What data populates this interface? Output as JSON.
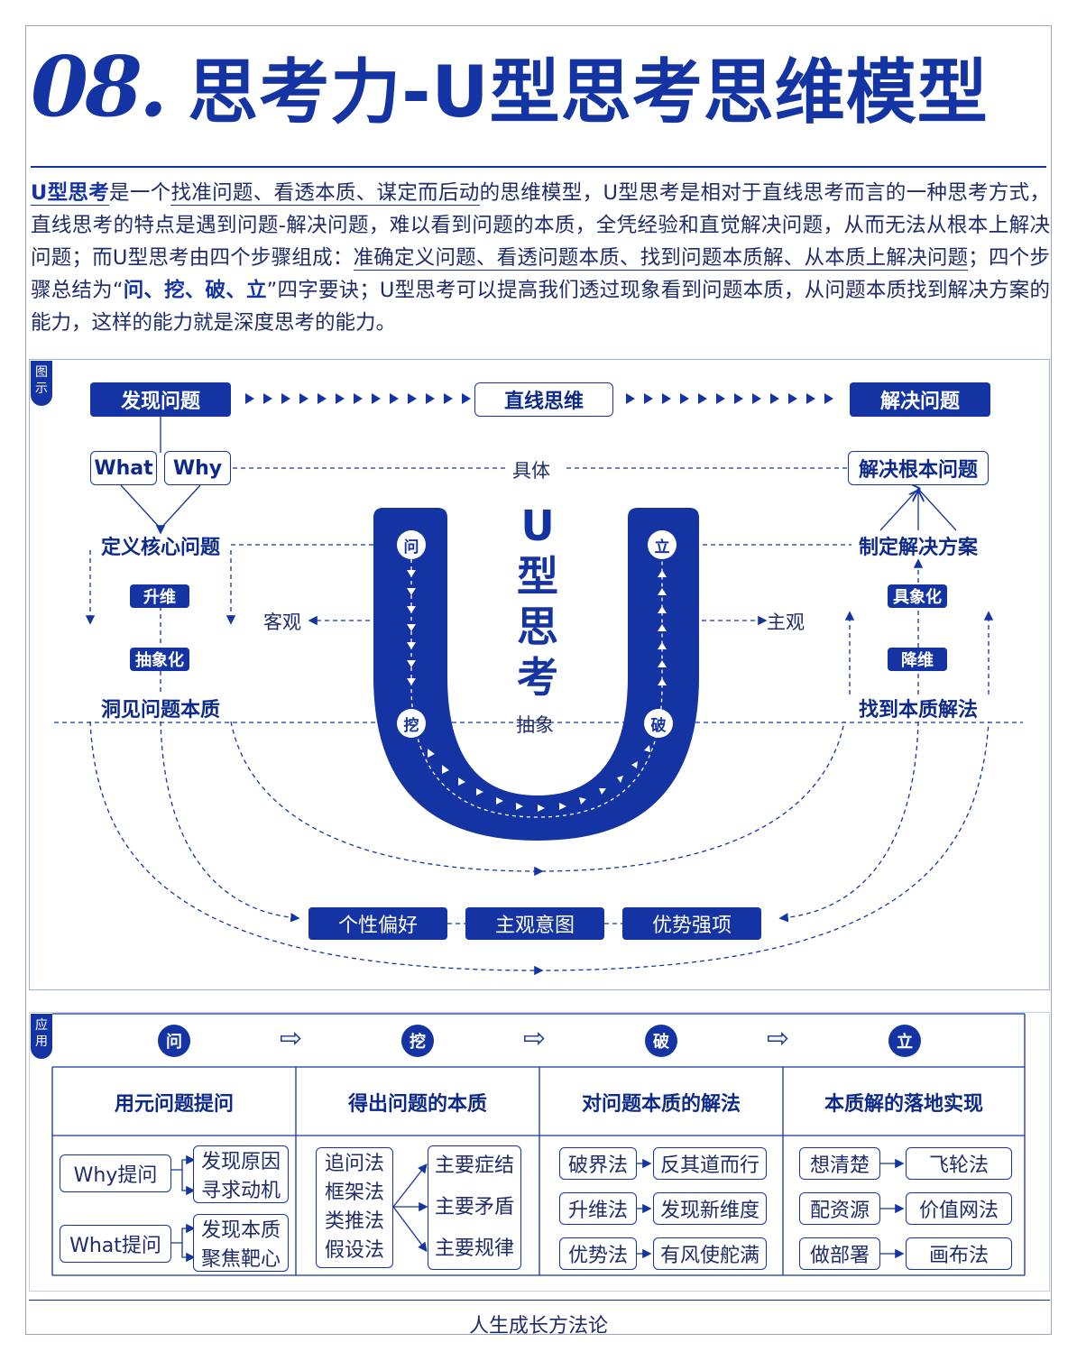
{
  "title": {
    "number": "08.",
    "text": "思考力-U型思考思维模型"
  },
  "intro": {
    "p1": "U型思考",
    "p2": "是一个",
    "p3": "找准问题、看透本质、谋定而后动",
    "p4": "的思维模型，U型思考是相对于直线思考而言的一种思考方式，直线思考的特点是遇到问题-解决问题，难以看到问题的本质，全凭经验和直觉解决问题，从而无法从根本上解决问题；而U型思考由四个步骤组成：",
    "p5": "准确定义问题、看透问题本质、找到问题本质解、从本质上解决问题",
    "p6": "；四个步骤总结为“",
    "p7": "问、挖、破、立",
    "p8": "”四字要诀；U型思考可以提高我们透过现象看到问题本质，从问题本质找到解决方案的能力，这样的能力就是深度思考的能力。"
  },
  "diagram": {
    "tag": "图示",
    "find_problem": "发现问题",
    "linear": "直线思维",
    "solve_problem": "解决问题",
    "what": "What",
    "why": "Why",
    "concrete": "具体",
    "solve_root": "解决根本问题",
    "define_core": "定义核心问题",
    "make_plan": "制定解决方案",
    "upgrade": "升维",
    "abstractize": "抽象化",
    "insight": "洞见问题本质",
    "concretize": "具象化",
    "downgrade": "降维",
    "find_solution": "找到本质解法",
    "objective": "客观",
    "subjective": "主观",
    "abstract": "抽象",
    "u_text": [
      "U",
      "型",
      "思",
      "考"
    ],
    "steps": [
      "问",
      "挖",
      "破",
      "立"
    ],
    "preference": "个性偏好",
    "intent": "主观意图",
    "strength": "优势强项"
  },
  "application": {
    "tag": "应用",
    "steps": [
      "问",
      "挖",
      "破",
      "立"
    ],
    "headers": [
      "用元问题提问",
      "得出问题的本质",
      "对问题本质的解法",
      "本质解的落地实现"
    ],
    "col1": {
      "why": "Why提问",
      "why_a": "发现原因",
      "why_b": "寻求动机",
      "what": "What提问",
      "what_a": "发现本质",
      "what_b": "聚焦靶心"
    },
    "col2": {
      "methods": [
        "追问法",
        "框架法",
        "类推法",
        "假设法"
      ],
      "results": [
        "主要症结",
        "主要矛盾",
        "主要规律"
      ]
    },
    "col3": [
      [
        "破界法",
        "反其道而行"
      ],
      [
        "升维法",
        "发现新维度"
      ],
      [
        "优势法",
        "有风使舵满"
      ]
    ],
    "col4": [
      [
        "想清楚",
        "飞轮法"
      ],
      [
        "配资源",
        "价值网法"
      ],
      [
        "做部署",
        "画布法"
      ]
    ]
  },
  "footer": "人生成长方法论",
  "colors": {
    "primary": "#1434a4",
    "text": "#1f2b6a",
    "panel_border": "#9fb0e0"
  }
}
